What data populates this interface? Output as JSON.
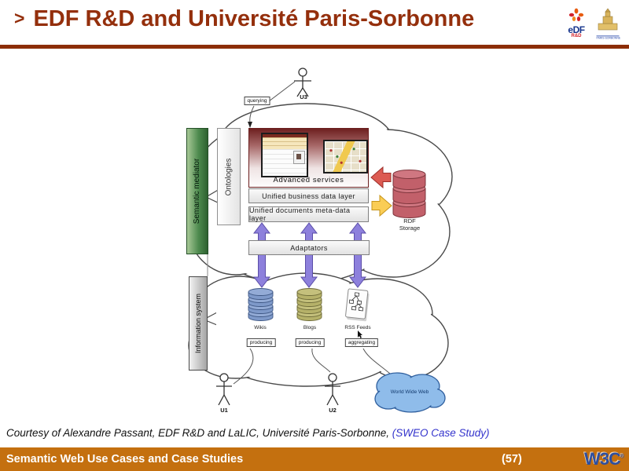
{
  "slide": {
    "title_chevron": ">",
    "title": "EDF R&D and Université Paris-Sorbonne"
  },
  "logos": {
    "edf": {
      "name": "eDF",
      "division": "R&D"
    },
    "sorbonne": {
      "caption": "PARIS-SORBONNE"
    }
  },
  "diagram": {
    "querying_label": "querying",
    "actor_u3": "U3",
    "actor_u1": "U1",
    "actor_u2": "U2",
    "semantic_mediator_label": "Semantic mediator",
    "ontologies_label": "Ontologies",
    "advanced_services_label": "Advanced services",
    "unified_business_label": "Unified business data layer",
    "unified_documents_label": "Unified documents meta-data layer",
    "adaptators_label": "Adaptators",
    "rdf_storage_line1": "RDF",
    "rdf_storage_line2": "Storage",
    "information_system_label": "Information system",
    "wikis_label": "Wikis",
    "blogs_label": "Blogs",
    "rss_feeds_label": "RSS Feeds",
    "producing_label_1": "producing",
    "producing_label_2": "producing",
    "aggregating_label": "aggregating",
    "www_label": "World Wide Web"
  },
  "footer": {
    "courtesy_text": "Courtesy of Alexandre Passant, EDF R&D and LaLIC, Université Paris-Sorbonne, ",
    "courtesy_link": "(SWEO Case Study)"
  },
  "bottom_bar": {
    "title": "Semantic Web Use Cases and Case Studies",
    "page_number": "(57)",
    "w3c": "W3C",
    "w3c_reg": "®"
  },
  "colors": {
    "title": "#942F0C",
    "rule": "#8C2D04",
    "bar_background": "#C4700F",
    "link": "#3333CC",
    "mediator_green": "#4E8B4F",
    "purple_arrow": "#8D80DC",
    "rdf_red": "#C2606A",
    "wikis_blue": "#7E99C9",
    "blogs_olive": "#B5B169",
    "www_blue": "#8FBCEA"
  }
}
